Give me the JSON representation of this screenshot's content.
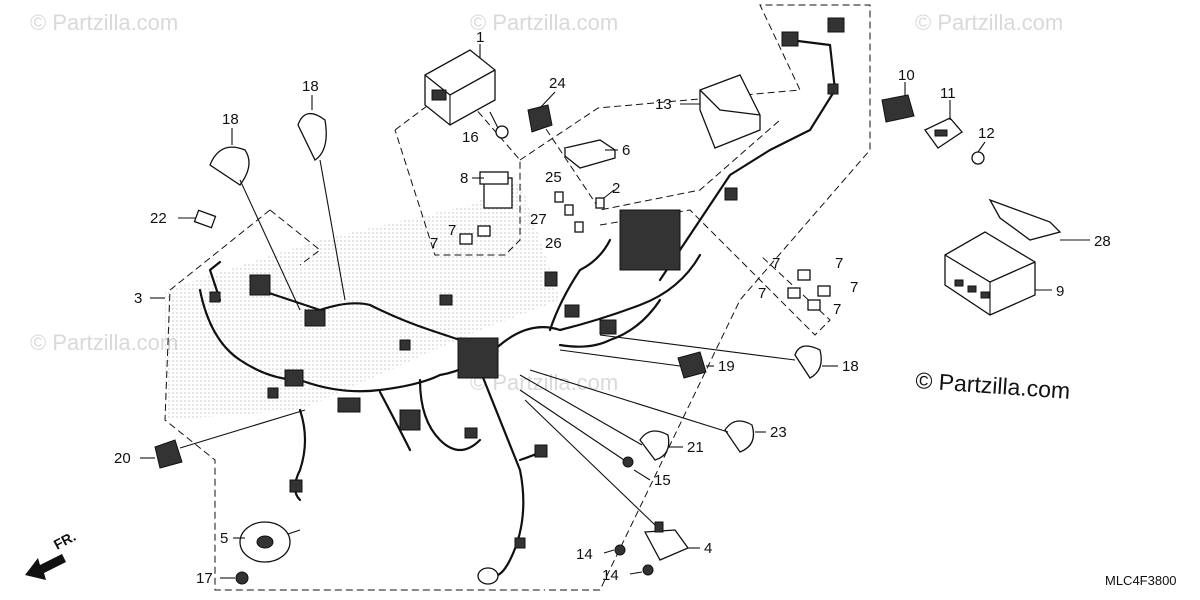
{
  "watermarks": [
    "© Partzilla.com",
    "© Partzilla.com",
    "© Partzilla.com",
    "© Partzilla.com",
    "© Partzilla.com"
  ],
  "brand_text": "© Partzilla.com",
  "diagram_code": "MLC4F3800",
  "front_label": "FR.",
  "callouts": {
    "c1": "1",
    "c2": "2",
    "c3": "3",
    "c4": "4",
    "c5": "5",
    "c6": "6",
    "c7a": "7",
    "c7b": "7",
    "c7c": "7",
    "c7d": "7",
    "c7e": "7",
    "c7f": "7",
    "c7g": "7",
    "c8": "8",
    "c9": "9",
    "c10": "10",
    "c11": "11",
    "c12": "12",
    "c13": "13",
    "c14a": "14",
    "c14b": "14",
    "c15": "15",
    "c16": "16",
    "c17": "17",
    "c18a": "18",
    "c18b": "18",
    "c18c": "18",
    "c19": "19",
    "c20": "20",
    "c21": "21",
    "c22": "22",
    "c23": "23",
    "c24": "24",
    "c25": "25",
    "c26": "26",
    "c27": "27",
    "c28": "28"
  }
}
